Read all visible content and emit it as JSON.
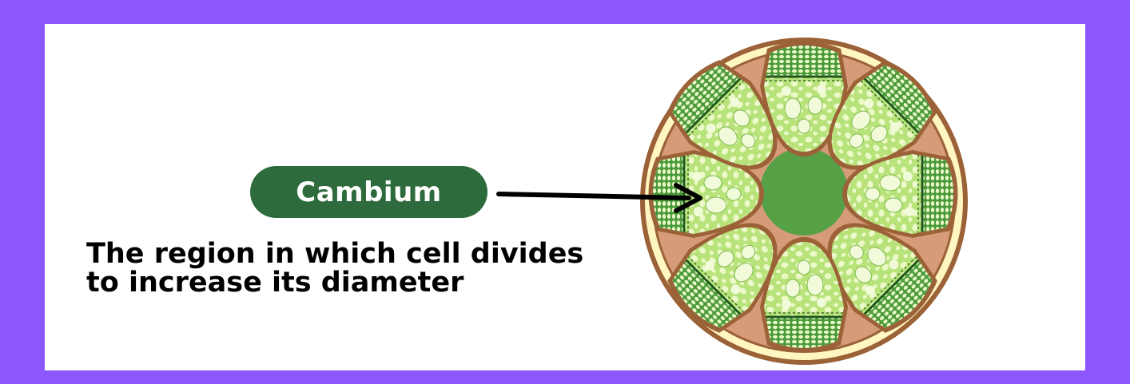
{
  "label": {
    "title": "Cambium",
    "description_line1": "The region in which cell divides",
    "description_line2": "to increase its diameter"
  },
  "colors": {
    "border": "#8c57ff",
    "background": "#ffffff",
    "pill": "#2d6a3c",
    "cortex": "#d69b79",
    "rim_outer": "#9c6237",
    "rim_inner": "#fff6c2",
    "pith": "#56a046",
    "bundle_green": "#3f8f34",
    "bundle_light": "#b8e27a"
  },
  "icons": {
    "arrow": "arrow-right-icon"
  },
  "diagram": {
    "vascular_bundle_count": 8
  }
}
